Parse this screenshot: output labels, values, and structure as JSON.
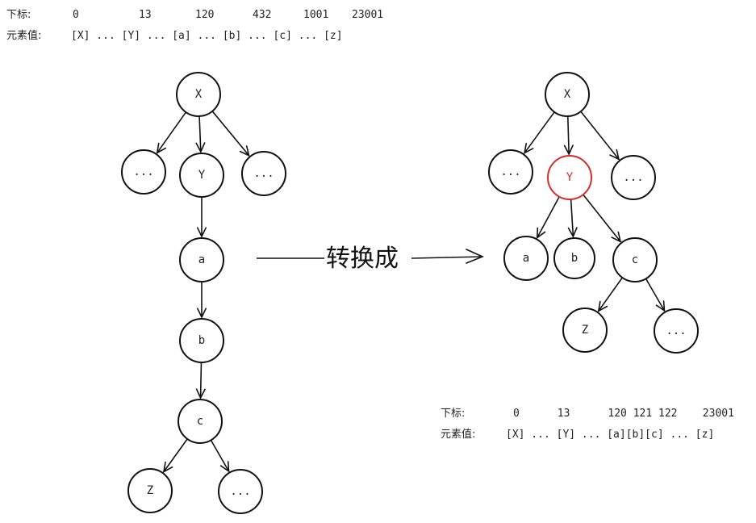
{
  "top_table": {
    "index_label": "下标:",
    "value_label": "元素值:",
    "indices": [
      "0",
      "13",
      "120",
      "432",
      "1001",
      "23001"
    ],
    "values_text": "[X] ... [Y] ... [a] ... [b] ... [c] ... [z]"
  },
  "bottom_table": {
    "index_label": "下标:",
    "value_label": "元素值:",
    "indices_text": "0      13      120 121 122    23001",
    "values_text": "[X] ... [Y] ... [a][b][c] ... [z]"
  },
  "transform_label": "转换成",
  "highlight_color": "#d62b2b",
  "left_tree": {
    "nodes": [
      {
        "id": "X",
        "label": "X"
      },
      {
        "id": "L1",
        "label": "..."
      },
      {
        "id": "Y",
        "label": "Y"
      },
      {
        "id": "R1",
        "label": "..."
      },
      {
        "id": "a",
        "label": "a"
      },
      {
        "id": "b",
        "label": "b"
      },
      {
        "id": "c",
        "label": "c"
      },
      {
        "id": "Z",
        "label": "Z"
      },
      {
        "id": "R2",
        "label": "..."
      }
    ],
    "edges": [
      [
        "X",
        "L1"
      ],
      [
        "X",
        "Y"
      ],
      [
        "X",
        "R1"
      ],
      [
        "Y",
        "a"
      ],
      [
        "a",
        "b"
      ],
      [
        "b",
        "c"
      ],
      [
        "c",
        "Z"
      ],
      [
        "c",
        "R2"
      ]
    ]
  },
  "right_tree": {
    "nodes": [
      {
        "id": "X",
        "label": "X"
      },
      {
        "id": "L1",
        "label": "..."
      },
      {
        "id": "Y",
        "label": "Y",
        "highlight": true
      },
      {
        "id": "R1",
        "label": "..."
      },
      {
        "id": "a",
        "label": "a"
      },
      {
        "id": "b",
        "label": "b"
      },
      {
        "id": "c",
        "label": "c"
      },
      {
        "id": "Z",
        "label": "Z"
      },
      {
        "id": "R2",
        "label": "..."
      }
    ],
    "edges": [
      [
        "X",
        "L1"
      ],
      [
        "X",
        "Y"
      ],
      [
        "X",
        "R1"
      ],
      [
        "Y",
        "a"
      ],
      [
        "Y",
        "b"
      ],
      [
        "Y",
        "c"
      ],
      [
        "c",
        "Z"
      ],
      [
        "c",
        "R2"
      ]
    ]
  }
}
